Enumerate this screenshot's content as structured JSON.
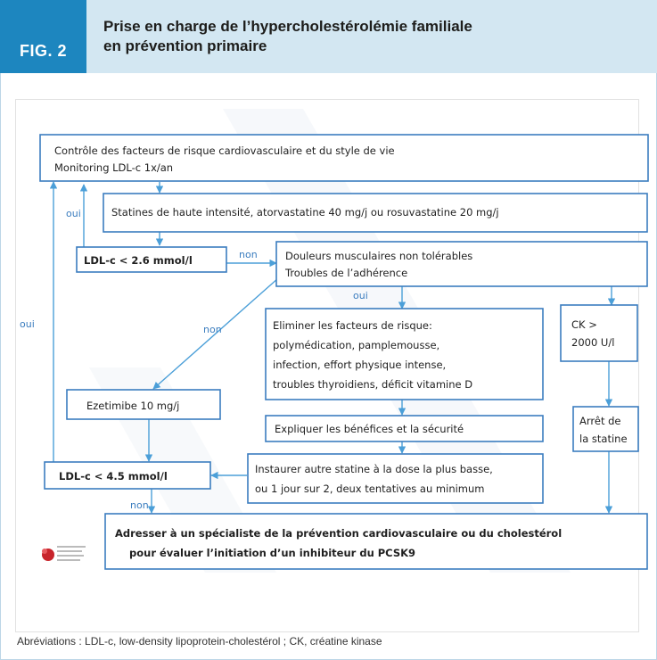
{
  "header": {
    "figure_label": "FIG. 2",
    "title_lines": [
      "Prise en charge de l’hypercholestérolémie familiale",
      "en prévention primaire"
    ]
  },
  "flowchart": {
    "nodes": {
      "controle": [
        "Contrôle des facteurs de risque cardiovasculaire et du style de vie",
        "Monitoring LDL-c 1x/an"
      ],
      "statines": [
        "Statines de haute intensité, atorvastatine 40 mg/j ou rosuvastatine 20 mg/j"
      ],
      "ldl26": [
        "LDL-c < 2.6 mmol/l"
      ],
      "douleurs": [
        "Douleurs musculaires non tolérables",
        "Troubles de l’adhérence"
      ],
      "eliminer": [
        "Eliminer les facteurs de risque:",
        "polymédication, pamplemousse,",
        "infection, effort physique intense,",
        "troubles thyroidiens, déficit vitamine D"
      ],
      "ck": [
        "CK >",
        "2000 U/l"
      ],
      "ezetimibe": [
        "Ezetimibe 10 mg/j"
      ],
      "expliquer": [
        "Expliquer les bénéfices et la sécurité"
      ],
      "arret": [
        "Arrêt de",
        "la statine"
      ],
      "ldl45": [
        "LDL-c < 4.5 mmol/l"
      ],
      "instaurer": [
        "Instaurer autre statine à la dose la plus basse,",
        "ou 1 jour sur 2, deux tentatives au minimum"
      ],
      "adresser": [
        "Adresser à un spécialiste de la prévention cardiovasculaire ou du cholestérol",
        "pour évaluer l’initiation d’un inhibiteur du PCSK9"
      ]
    },
    "edge_labels": {
      "oui_inner": "oui",
      "oui_outer": "oui",
      "non_ldl26": "non",
      "oui_douleurs": "oui",
      "non_diag": "non",
      "non_ldl45": "non"
    }
  },
  "footer": {
    "abbreviations": "Abréviations : LDL-c, low-density lipoprotein-cholestérol ; CK, créatine kinase"
  },
  "colors": {
    "header_blue": "#1d86bf",
    "header_light": "#d3e7f2",
    "box_border": "#3b7dbf",
    "connector": "#4b9fd8"
  }
}
